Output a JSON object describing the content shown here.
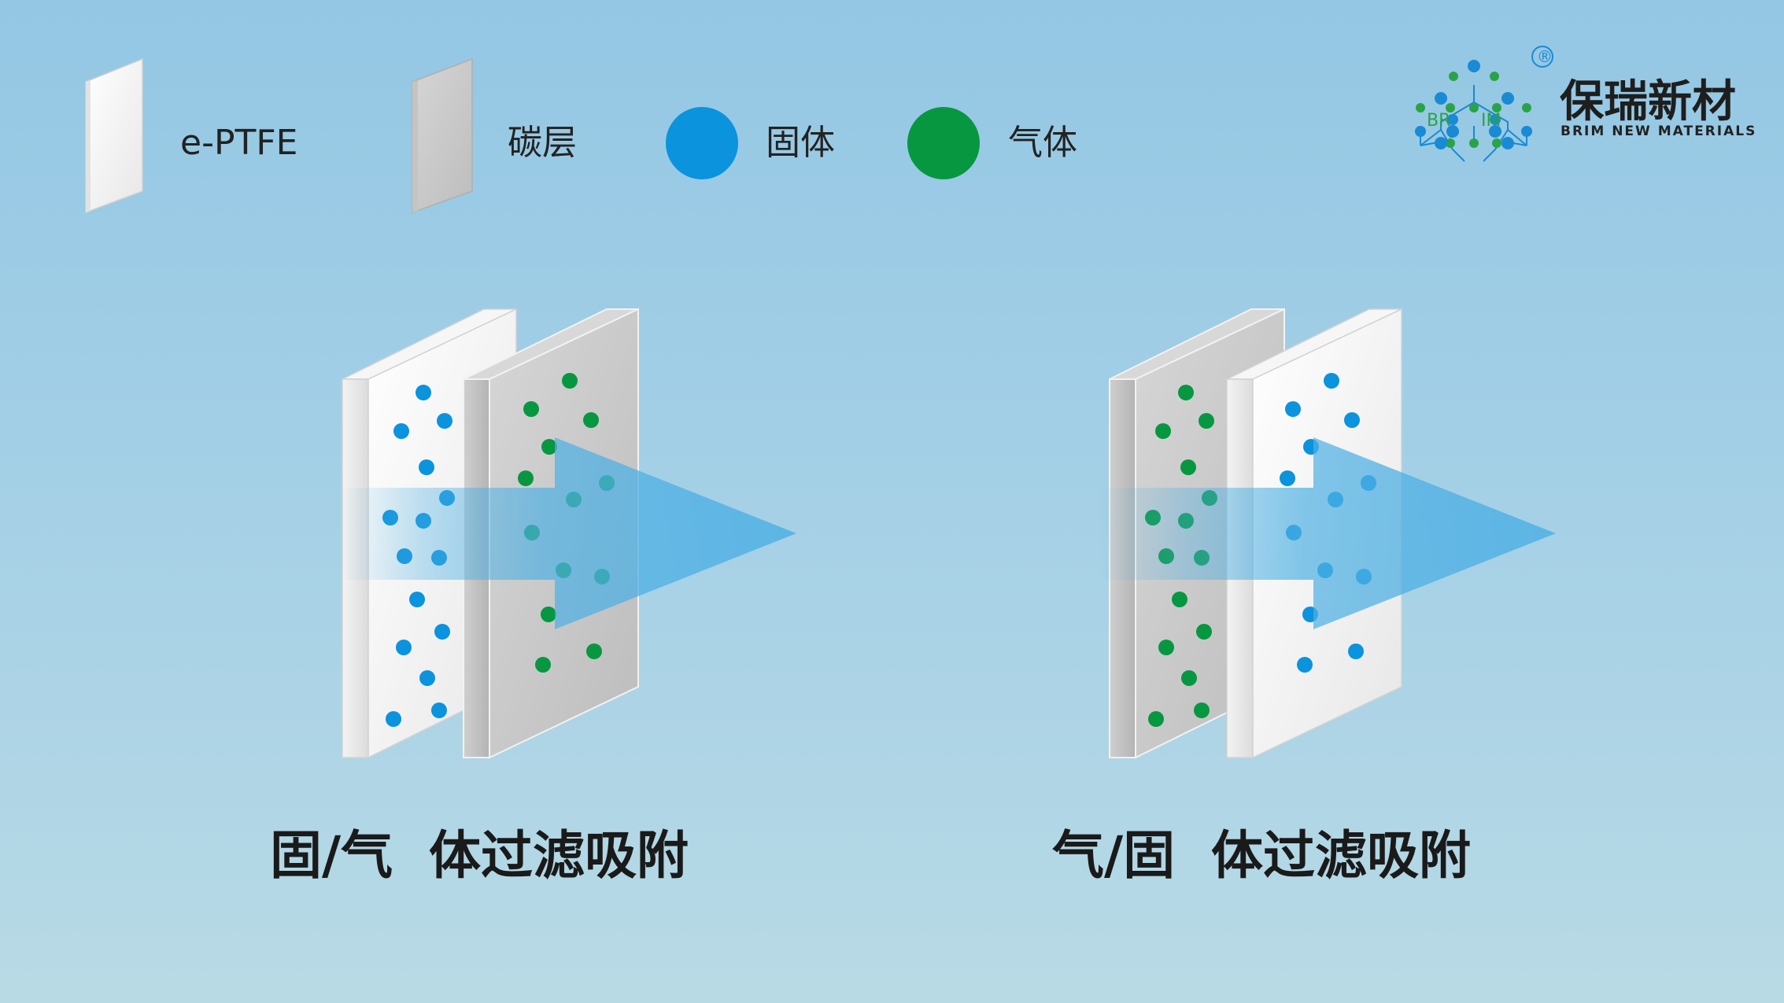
{
  "legend": {
    "eptfe_label": "e-PTFE",
    "carbon_label": "碳层",
    "solid_label": "固体",
    "gas_label": "气体"
  },
  "brand": {
    "name_cn": "保瑞新材",
    "name_en": "BRIM NEW MATERIALS",
    "logo_left": "BR",
    "logo_right": "IM",
    "registered": "®"
  },
  "titles": {
    "left": "固/气  体过滤吸附",
    "right": "气/固  体过滤吸附"
  },
  "colors": {
    "solid": "#0b93dd",
    "gas": "#079741",
    "arrow": "#4fb0e3",
    "eptfe": "#f4f4f4",
    "carbon": "#c9c9c9"
  }
}
